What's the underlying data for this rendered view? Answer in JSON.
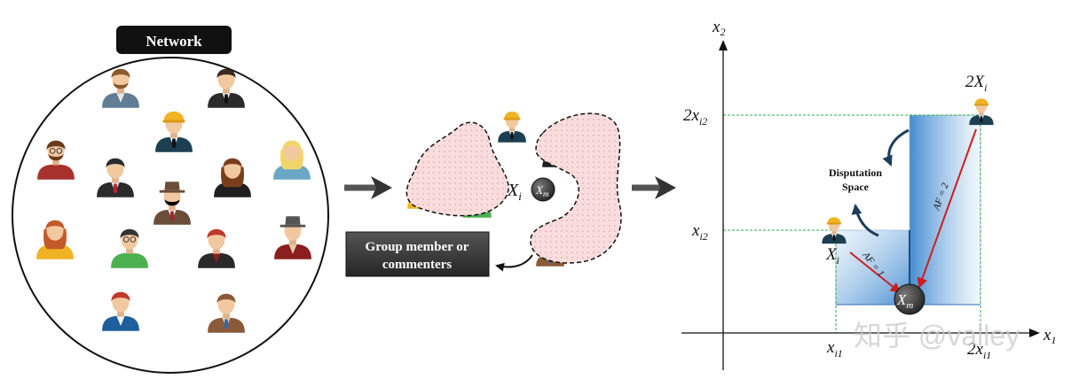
{
  "network": {
    "title": "Network"
  },
  "group": {
    "label_main": "X",
    "label_sub": "i",
    "center_main": "X",
    "center_sub": "m",
    "box_line1": "Group member or",
    "box_line2": "commenters"
  },
  "diagram": {
    "axis_x_main": "x",
    "axis_x_sub": "1",
    "axis_y_main": "x",
    "axis_y_sub": "2",
    "tick_x_small_main": "x",
    "tick_x_small_sub": "i1",
    "tick_x_large_main": "2x",
    "tick_x_large_sub": "i1",
    "tick_y_small_main": "x",
    "tick_y_small_sub": "i2",
    "tick_y_large_main": "2x",
    "tick_y_large_sub": "i2",
    "label_2xi_main": "2X",
    "label_2xi_sub": "i",
    "label_xi_main": "X",
    "label_xi_sub": "i",
    "label_xm_main": "X",
    "label_xm_sub": "m",
    "af1": "AF = 1",
    "af2": "AF = 2",
    "dispute_line1": "Disputation",
    "dispute_line2": "Space"
  },
  "watermark": "知乎 @valley",
  "colors": {
    "ink": "#1f1f1f",
    "skin": "#f2c8a0",
    "helmet": "#f0b323",
    "arrow_red": "#cc1f1f",
    "arrow_navy": "#1f3d5a",
    "box_dark": "#3a3a3a",
    "blue_fill": "#3f8bd1",
    "guide_green": "#2ea84a",
    "group_fill": "#f7d4d4",
    "group_dots": "#eaa0a0"
  }
}
